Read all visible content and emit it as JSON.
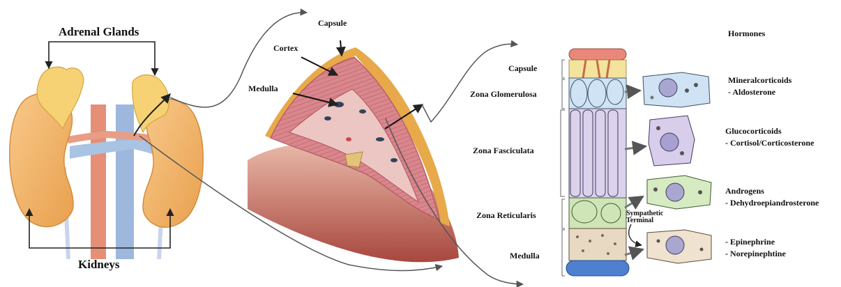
{
  "left_panel": {
    "adrenal_glands_label": "Adrenal Glands",
    "kidneys_label": "Kidneys"
  },
  "middle_panel": {
    "capsule_label": "Capsule",
    "cortex_label": "Cortex",
    "medulla_label": "Medulla"
  },
  "zones": {
    "capsule": "Capsule",
    "glomerulosa": "Zona Glomerulosa",
    "fasciculata": "Zona Fasciculata",
    "reticularis": "Zona Reticularis",
    "medulla": "Medulla",
    "sympathetic_line1": "Sympathetic",
    "sympathetic_line2": "Terminal"
  },
  "hormones": {
    "title": "Hormones",
    "mineral_line1": "Mineralcorticoids",
    "mineral_line2": "-  Aldosterone",
    "gluco_line1": "Glucocorticoids",
    "gluco_line2": "- Cortisol/Corticosterone",
    "andro_line1": "Androgens",
    "andro_line2": "- Dehydroepiandrosterone",
    "epi_line1": "- Epinephrine",
    "epi_line2": "- Norepinephtine"
  },
  "colors": {
    "kidney": "#f3b96a",
    "adrenal": "#f7d67a",
    "cortex": "#d97f86",
    "capsule_fat": "#e8a94a",
    "vessel_blue": "#9fb9d9",
    "vessel_red": "#e6967c",
    "cell_blue": "#cfe3f4",
    "cell_purple": "#d8cdea",
    "cell_green": "#d6ebc2",
    "cell_tan": "#efe2cf"
  }
}
